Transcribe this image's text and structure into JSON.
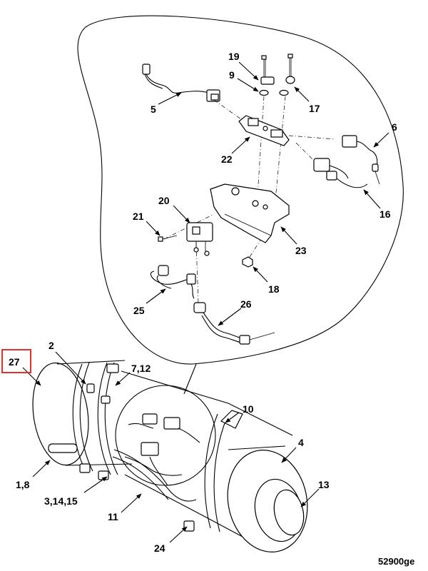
{
  "diagram": {
    "reference_code": "52900ge",
    "highlight_color": "#e0312b",
    "callouts": {
      "c19": "19",
      "c9": "9",
      "c17": "17",
      "c5": "5",
      "c6": "6",
      "c22": "22",
      "c16": "16",
      "c20": "20",
      "c21": "21",
      "c23": "23",
      "c18": "18",
      "c25": "25",
      "c26": "26",
      "c27": "27",
      "c2": "2",
      "c7_12": "7,12",
      "c10": "10",
      "c4": "4",
      "c1_8": "1,8",
      "c3_14_15": "3,14,15",
      "c11": "11",
      "c13": "13",
      "c24": "24"
    }
  }
}
